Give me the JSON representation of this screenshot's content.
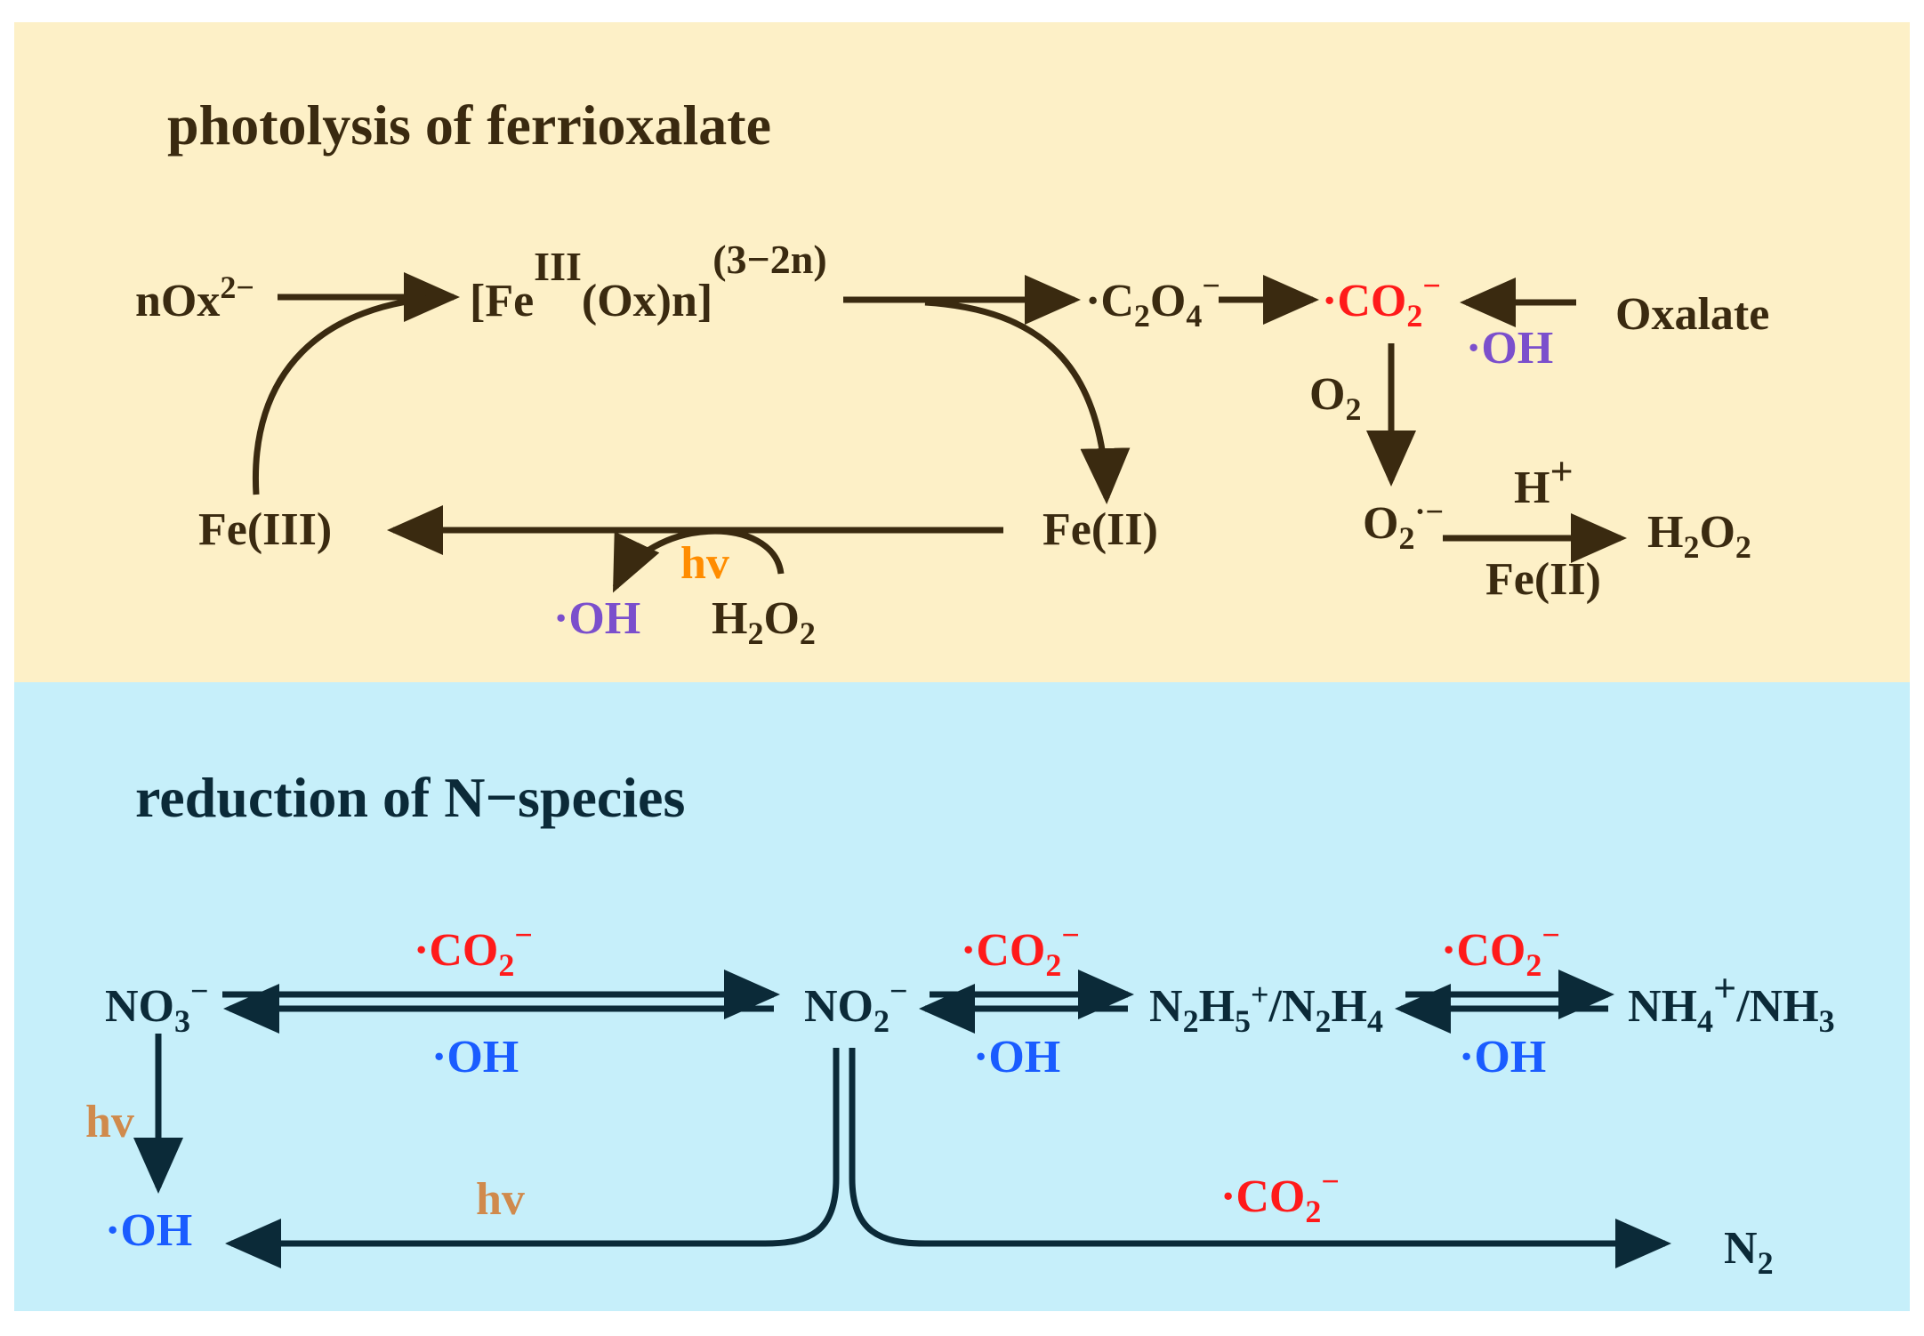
{
  "colors": {
    "top_panel": "#FDF0C7",
    "bottom_panel": "#C6EFFA",
    "dark_brown": "#3A2A10",
    "dark_navy": "#0B2A38",
    "red": "#FF1A1A",
    "purple": "#7B4FCC",
    "blue": "#1A5CFF",
    "orange": "#FF8C00",
    "tan": "#D08A4C"
  },
  "top": {
    "title": "photolysis of ferrioxalate",
    "nox": {
      "main": "nOx",
      "sup": "2−"
    },
    "complex": {
      "open": "[Fe",
      "sup": "III",
      "mid": "(Ox)n]",
      "charge": "(3−2n)"
    },
    "c2o4": {
      "dot": "·C",
      "s1": "2",
      "o": "O",
      "s2": "4",
      "sup": "−"
    },
    "co2_radical": {
      "main": "·CO",
      "sub": "2",
      "sup": "−"
    },
    "oh_right": "·OH",
    "oxalate": "Oxalate",
    "o2_label": {
      "main": "O",
      "sub": "2"
    },
    "superoxide": {
      "main": "O",
      "sub": "2",
      "sup": "·−"
    },
    "h_plus": {
      "main": "H",
      "sup": "+"
    },
    "h2o2_right": {
      "h": "H",
      "s1": "2",
      "o": "O",
      "s2": "2"
    },
    "fe2_under": "Fe(II)",
    "fe3": "Fe(III)",
    "fe2": "Fe(II)",
    "hv": "hv",
    "oh_bottom": "·OH",
    "h2o2_bottom": {
      "h": "H",
      "s1": "2",
      "o": "O",
      "s2": "2"
    }
  },
  "bottom": {
    "title": "reduction of N−species",
    "no3": {
      "main": "NO",
      "sub": "3",
      "sup": "−"
    },
    "no2": {
      "main": "NO",
      "sub": "2",
      "sup": "−"
    },
    "hydrazine": {
      "n": "N",
      "s1": "2",
      "h": "H",
      "s2": "5",
      "sup": "+",
      "slash": "/N",
      "s3": "2",
      "h2": "H",
      "s4": "4"
    },
    "ammonium": {
      "main": "NH",
      "s1": "4",
      "sup": "+",
      "slash": "/NH",
      "s2": "3"
    },
    "co2_1": {
      "main": "·CO",
      "sub": "2",
      "sup": "−"
    },
    "co2_2": {
      "main": "·CO",
      "sub": "2",
      "sup": "−"
    },
    "co2_3": {
      "main": "·CO",
      "sub": "2",
      "sup": "−"
    },
    "co2_4": {
      "main": "·CO",
      "sub": "2",
      "sup": "−"
    },
    "oh_1": "·OH",
    "oh_2": "·OH",
    "oh_3": "·OH",
    "oh_left": "·OH",
    "hv_left": "hv",
    "hv_mid": "hv",
    "n2": {
      "main": "N",
      "sub": "2"
    }
  }
}
